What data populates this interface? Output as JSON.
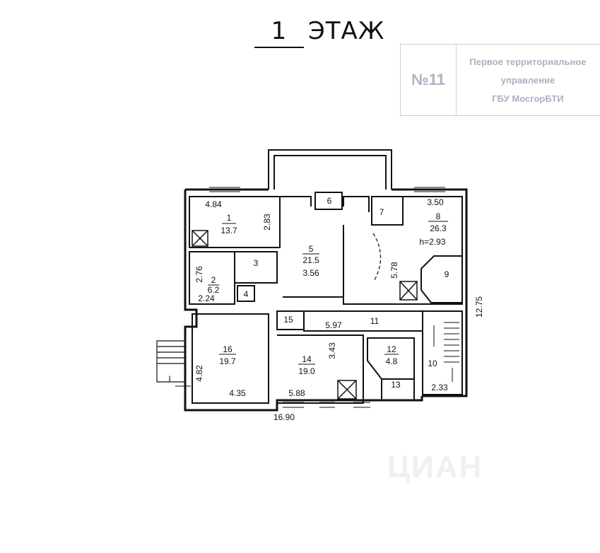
{
  "floor": {
    "number": "1",
    "word": "ЭТАЖ"
  },
  "stamp": {
    "number": "№11",
    "org_line1": "Первое территориальное",
    "org_line2": "управление",
    "org_line3": "ГБУ МосгорБТИ"
  },
  "rooms": [
    {
      "id": "r1",
      "num": "1",
      "area": "13.7"
    },
    {
      "id": "r2",
      "num": "2",
      "area": "6.2"
    },
    {
      "id": "r3",
      "num": "3",
      "area": ""
    },
    {
      "id": "r4",
      "num": "4",
      "area": ""
    },
    {
      "id": "r5",
      "num": "5",
      "area": "21.5"
    },
    {
      "id": "r6",
      "num": "6",
      "area": ""
    },
    {
      "id": "r7",
      "num": "7",
      "area": ""
    },
    {
      "id": "r8",
      "num": "8",
      "area": "26.3"
    },
    {
      "id": "r9",
      "num": "9",
      "area": ""
    },
    {
      "id": "r10",
      "num": "10",
      "area": ""
    },
    {
      "id": "r11",
      "num": "11",
      "area": ""
    },
    {
      "id": "r12",
      "num": "12",
      "area": "4.8"
    },
    {
      "id": "r13",
      "num": "13",
      "area": ""
    },
    {
      "id": "r14",
      "num": "14",
      "area": "19.0"
    },
    {
      "id": "r15",
      "num": "15",
      "area": ""
    },
    {
      "id": "r16",
      "num": "16",
      "area": "19.7"
    }
  ],
  "dimensions": {
    "d484": "4.84",
    "d283": "2.83",
    "d276": "2.76",
    "d224": "2.24",
    "d356": "3.56",
    "d350": "3.50",
    "d578": "5.78",
    "h293": "h=2.93",
    "d1275": "12.75",
    "d597": "5.97",
    "d343": "3.43",
    "d482": "4.82",
    "d435": "4.35",
    "d588": "5.88",
    "d233": "2.33",
    "d1690": "16.90"
  },
  "entrance_mark": "I",
  "watermark": "ЦИАН"
}
